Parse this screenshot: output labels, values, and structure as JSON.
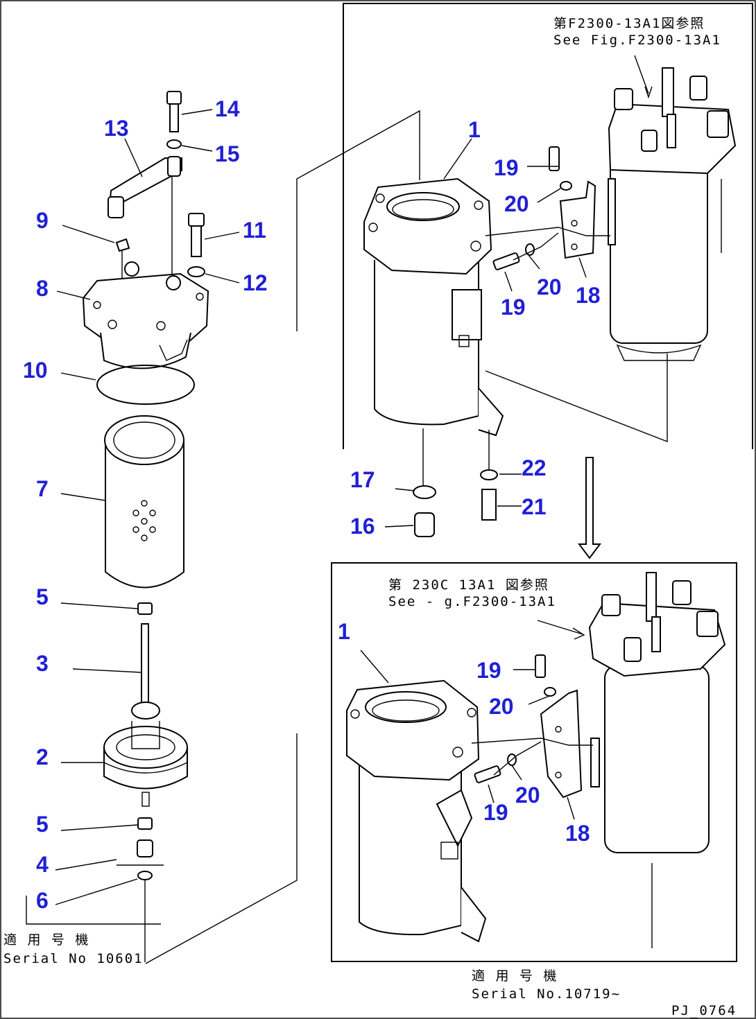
{
  "callouts": {
    "c1_top": "1",
    "c19_top_a": "19",
    "c20_top_a": "20",
    "c20_top_b": "20",
    "c19_top_b": "19",
    "c18_top": "18",
    "c17": "17",
    "c16": "16",
    "c22": "22",
    "c21": "21",
    "c14": "14",
    "c15": "15",
    "c13": "13",
    "c11": "11",
    "c12": "12",
    "c9": "9",
    "c8": "8",
    "c10": "10",
    "c7": "7",
    "c5_a": "5",
    "c3": "3",
    "c2": "2",
    "c5_b": "5",
    "c4": "4",
    "c6": "6",
    "c1_bot": "1",
    "c19_bot_a": "19",
    "c20_bot_a": "20",
    "c20_bot_b": "20",
    "c19_bot_b": "19",
    "c18_bot": "18"
  },
  "notes": {
    "top_ref_jp": "第F2300-13A1図参照",
    "top_ref_en": "See Fig.F2300-13A1",
    "bot_ref_jp": "第 230C 13A1 図参照",
    "bot_ref_en": "See - g.F2300-13A1",
    "left_serial_jp": "適 用 号 機",
    "left_serial_en": "Serial No 10601",
    "bot_serial_jp": "適 用 号 機",
    "bot_serial_en": "Serial No.10719~",
    "drawing_code": "PJ_0764"
  },
  "colors": {
    "callout": "#1f1fd6",
    "line": "#000000"
  }
}
